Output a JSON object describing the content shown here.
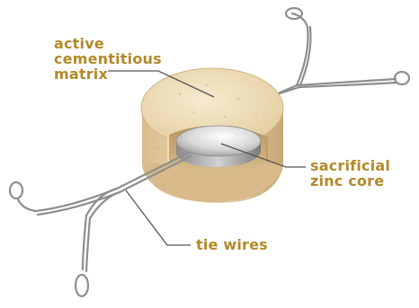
{
  "diagram": {
    "labels": {
      "matrix": [
        "active",
        "cementitious",
        "matrix"
      ],
      "core": [
        "sacrificial",
        "zinc core"
      ],
      "wires": [
        "tie wires"
      ]
    },
    "colors": {
      "label_text": "#b3892a",
      "leader_line": "#555555",
      "matrix_light": "#f3e5c6",
      "matrix_mid": "#e6cf9f",
      "matrix_dark": "#c9a875",
      "zinc_light": "#f4f4f4",
      "zinc_dark": "#9a9a9a",
      "wire": "#8e8e8e"
    }
  }
}
